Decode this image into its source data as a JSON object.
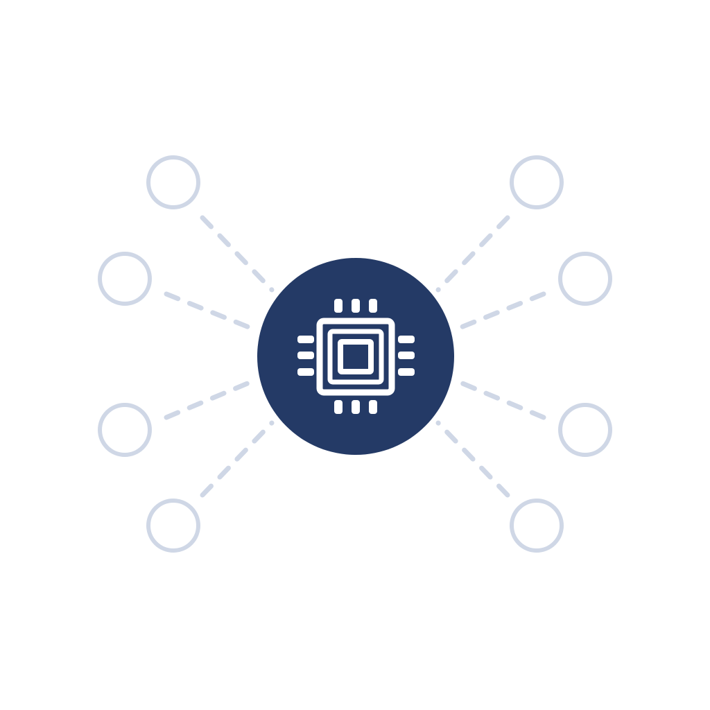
{
  "diagram": {
    "hub": {
      "icon": "cpu-chip-icon",
      "fill_color": "#243a66",
      "icon_color": "#ffffff"
    },
    "connector": {
      "color": "#cfd7e6",
      "style": "dashed"
    },
    "nodes": [
      {
        "id": "node-upper-left",
        "outline_color": "#cfd7e6"
      },
      {
        "id": "node-mid-upper-left",
        "outline_color": "#cfd7e6"
      },
      {
        "id": "node-mid-lower-left",
        "outline_color": "#cfd7e6"
      },
      {
        "id": "node-lower-left",
        "outline_color": "#cfd7e6"
      },
      {
        "id": "node-upper-right",
        "outline_color": "#cfd7e6"
      },
      {
        "id": "node-mid-upper-right",
        "outline_color": "#cfd7e6"
      },
      {
        "id": "node-mid-lower-right",
        "outline_color": "#cfd7e6"
      },
      {
        "id": "node-lower-right",
        "outline_color": "#cfd7e6"
      }
    ]
  }
}
